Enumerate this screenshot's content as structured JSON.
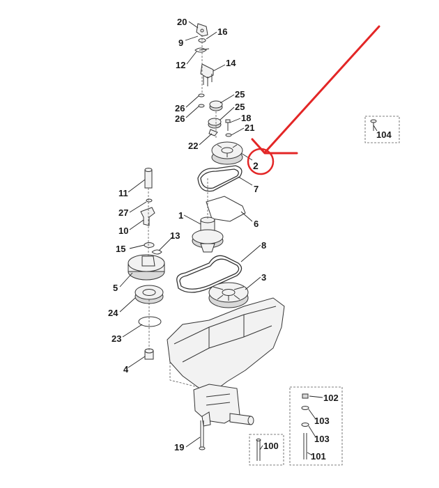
{
  "callouts": [
    {
      "id": "c20",
      "text": "20"
    },
    {
      "id": "c16",
      "text": "16"
    },
    {
      "id": "c9",
      "text": "9"
    },
    {
      "id": "c12",
      "text": "12"
    },
    {
      "id": "c14",
      "text": "14"
    },
    {
      "id": "c25a",
      "text": "25"
    },
    {
      "id": "c26a",
      "text": "26"
    },
    {
      "id": "c25b",
      "text": "25"
    },
    {
      "id": "c26b",
      "text": "26"
    },
    {
      "id": "c18",
      "text": "18"
    },
    {
      "id": "c21",
      "text": "21"
    },
    {
      "id": "c22",
      "text": "22"
    },
    {
      "id": "c2",
      "text": "2"
    },
    {
      "id": "c7",
      "text": "7"
    },
    {
      "id": "c11",
      "text": "11"
    },
    {
      "id": "c27",
      "text": "27"
    },
    {
      "id": "c10",
      "text": "10"
    },
    {
      "id": "c1",
      "text": "1"
    },
    {
      "id": "c6",
      "text": "6"
    },
    {
      "id": "c15",
      "text": "15"
    },
    {
      "id": "c13",
      "text": "13"
    },
    {
      "id": "c8",
      "text": "8"
    },
    {
      "id": "c5",
      "text": "5"
    },
    {
      "id": "c3",
      "text": "3"
    },
    {
      "id": "c24",
      "text": "24"
    },
    {
      "id": "c23",
      "text": "23"
    },
    {
      "id": "c4",
      "text": "4"
    },
    {
      "id": "c19",
      "text": "19"
    },
    {
      "id": "c104",
      "text": "104"
    },
    {
      "id": "c102",
      "text": "102"
    },
    {
      "id": "c103a",
      "text": "103"
    },
    {
      "id": "c103b",
      "text": "103"
    },
    {
      "id": "c100",
      "text": "100"
    },
    {
      "id": "c101",
      "text": "101"
    }
  ],
  "highlight": {
    "target_part": "2",
    "color": "#e32626"
  }
}
